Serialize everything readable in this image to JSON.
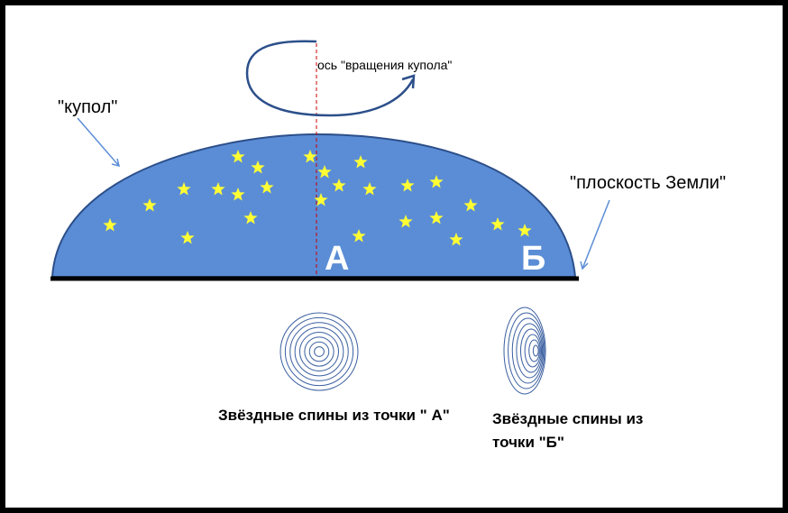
{
  "labels": {
    "rotation_axis": "ось \"вращения купола\"",
    "dome": "\"купол\"",
    "earth_plane": "\"плоскость Земли\"",
    "point_a": "А",
    "point_b": "Б"
  },
  "captions": {
    "spins_a": "Звёздные спины из точки \" А\"",
    "spins_b": "Звёздные спины из точки \"Б\""
  },
  "colors": {
    "dome_fill": "#5b8dd6",
    "dome_stroke": "#2c4f8a",
    "star": "#ffff33",
    "axis": "#cc0000",
    "arrow": "#2c4f8a",
    "spiral": "#3a5fa0"
  },
  "icons": {
    "star": "star-icon",
    "rotation_arrow": "rotation-arrow-icon",
    "pointer_arrow": "pointer-arrow-icon",
    "spiral": "star-trail-spiral-icon"
  }
}
